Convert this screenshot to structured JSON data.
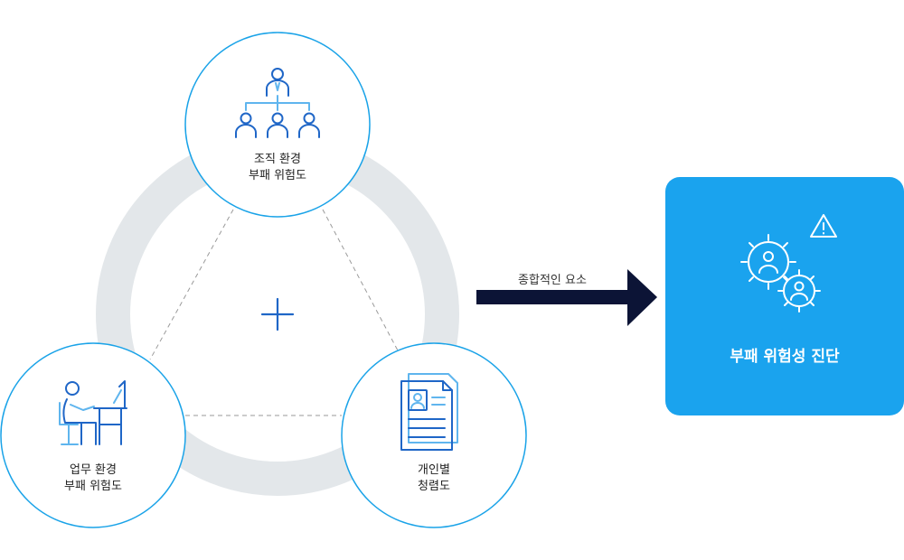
{
  "nodes": {
    "top": {
      "line1": "조직 환경",
      "line2": "부패 위험도",
      "icon": "org-chart-icon"
    },
    "bottom_left": {
      "line1": "업무 환경",
      "line2": "부패 위험도",
      "icon": "desk-worker-icon"
    },
    "bottom_right": {
      "line1": "개인별",
      "line2": "청렴도",
      "icon": "profile-document-icon"
    }
  },
  "center_symbol": "+",
  "arrow": {
    "label": "종합적인 요소"
  },
  "result": {
    "label": "부패 위험성 진단",
    "icon": "gear-people-warning-icon"
  },
  "colors": {
    "ring": "#e3e7ea",
    "circle_border": "#1aa3e8",
    "icon_primary": "#1f66c7",
    "icon_secondary": "#5fb5ee",
    "arrow": "#0c1436",
    "result_box": "#1aa3ee",
    "dashed_line": "#9a9a9a"
  }
}
